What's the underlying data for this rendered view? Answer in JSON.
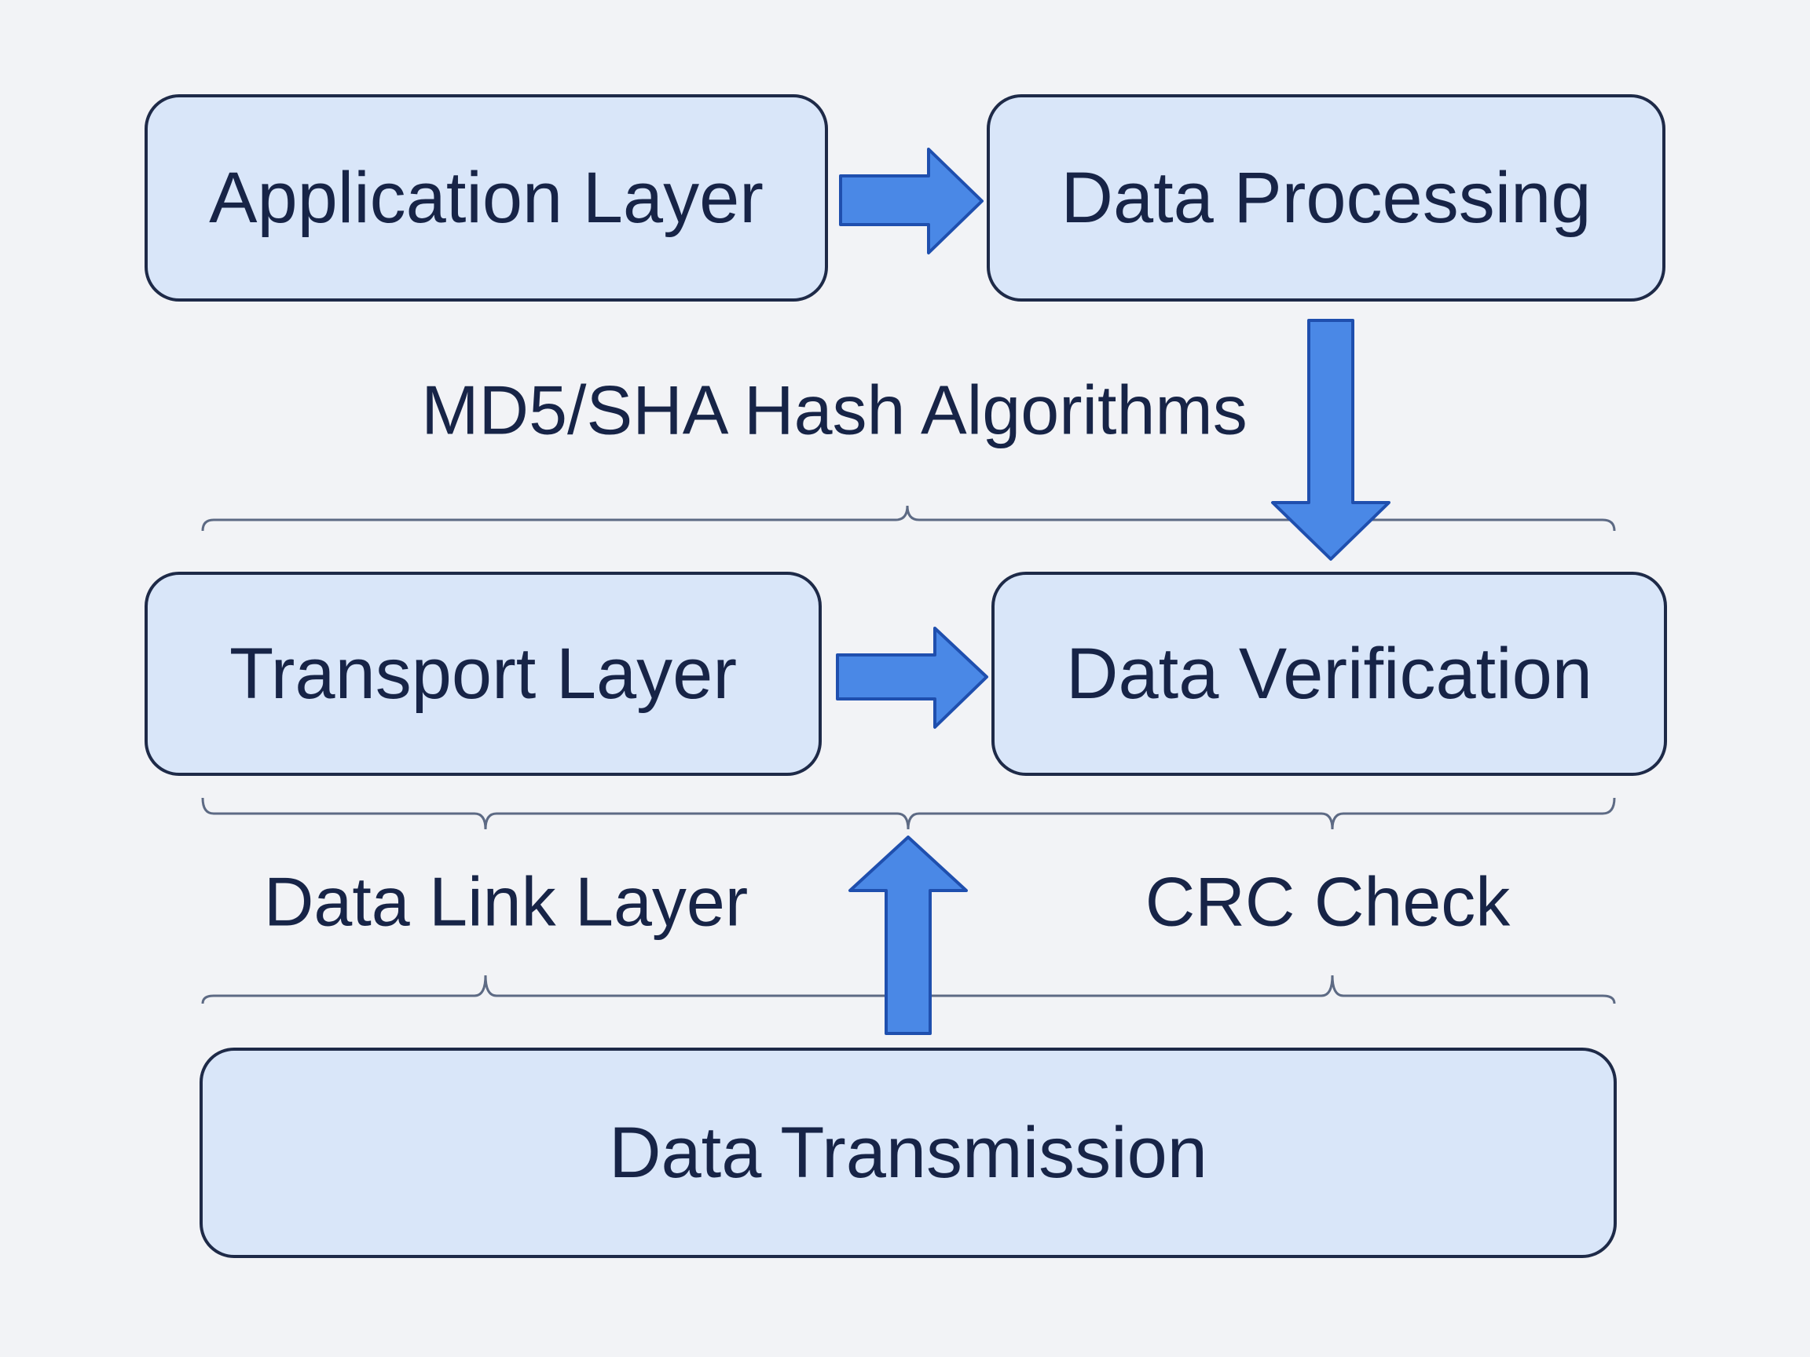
{
  "nodes": {
    "application_layer": "Application Layer",
    "data_processing": "Data Processing",
    "transport_layer": "Transport Layer",
    "data_verification": "Data Verification",
    "data_transmission": "Data Transmission"
  },
  "labels": {
    "hash_algorithms": "MD5/SHA Hash Algorithms",
    "data_link_layer": "Data Link Layer",
    "crc_check": "CRC Check"
  },
  "colors": {
    "node_fill": "#d9e6f9",
    "node_stroke": "#1e2a48",
    "arrow_fill": "#4a88e6",
    "arrow_stroke": "#1f4fae",
    "brace_stroke": "#5d6a84",
    "text": "#172447",
    "background": "#f2f3f6"
  }
}
